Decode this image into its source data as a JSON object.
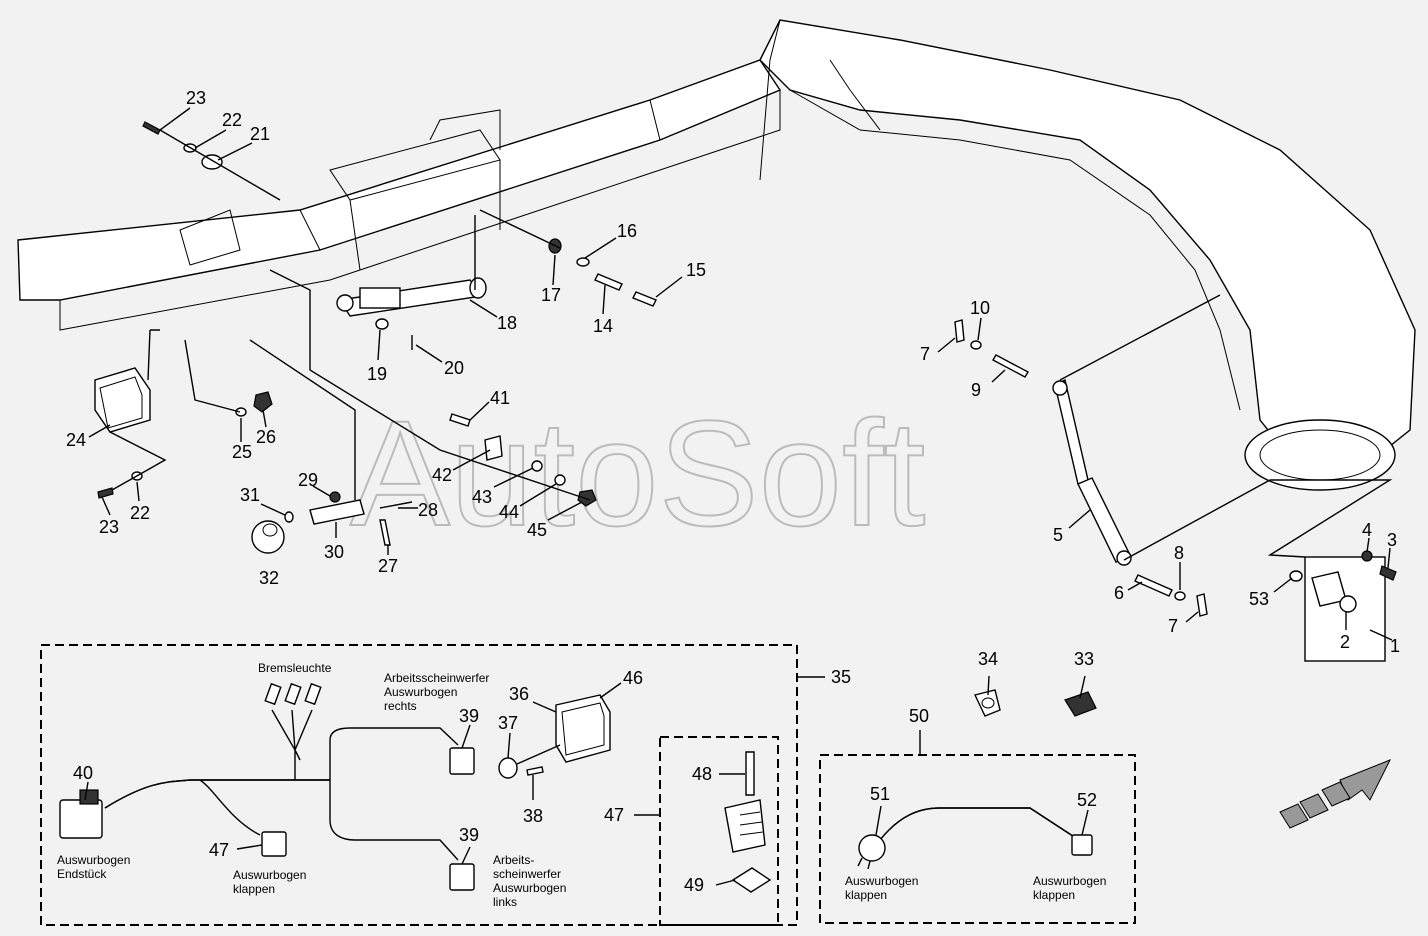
{
  "watermark": "AutoSoft",
  "callouts": [
    "23",
    "22",
    "21",
    "16",
    "15",
    "17",
    "14",
    "18",
    "19",
    "20",
    "24",
    "25",
    "26",
    "23",
    "22",
    "41",
    "42",
    "43",
    "44",
    "45",
    "31",
    "29",
    "28",
    "30",
    "27",
    "32",
    "10",
    "7",
    "9",
    "5",
    "8",
    "6",
    "7",
    "4",
    "3",
    "53",
    "2",
    "1",
    "34",
    "33",
    "50",
    "51",
    "52",
    "35",
    "40",
    "47",
    "46",
    "36",
    "37",
    "38",
    "39",
    "39",
    "47",
    "48",
    "49"
  ],
  "labels": {
    "bremsleuchte": "Bremsleuchte",
    "aw_rechts_1": "Arbeitsscheinwerfer",
    "aw_rechts_2": "Auswurbogen",
    "aw_rechts_3": "rechts",
    "aw_links_1": "Arbeits-",
    "aw_links_2": "scheinwerfer",
    "aw_links_3": "Auswurbogen",
    "aw_links_4": "links",
    "endstueck_1": "Auswurbogen",
    "endstueck_2": "Endstück",
    "klappen_a_1": "Auswurbogen",
    "klappen_a_2": "klappen",
    "klappen_b_1": "Auswurbogen",
    "klappen_b_2": "klappen",
    "klappen_c_1": "Auswurbogen",
    "klappen_c_2": "klappen"
  }
}
